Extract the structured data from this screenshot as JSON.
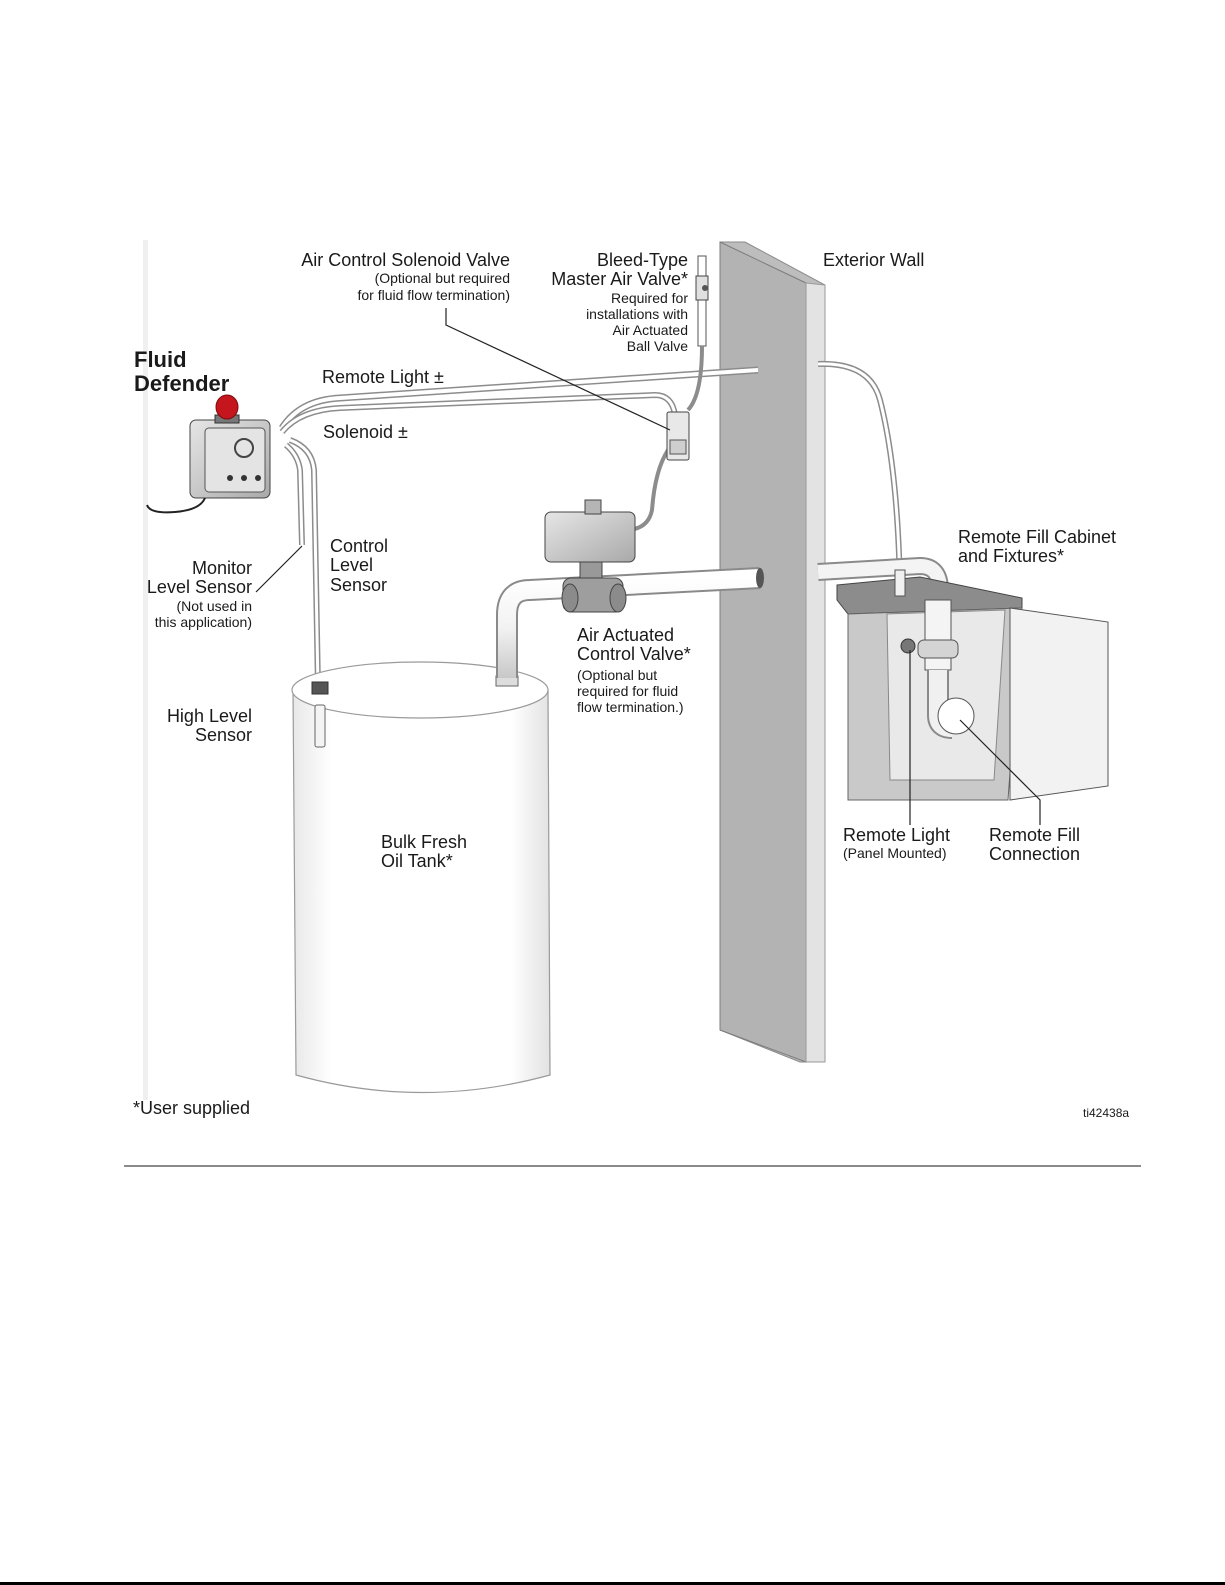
{
  "title": [
    "Fluid",
    "Defender"
  ],
  "labels": {
    "air_control_solenoid": {
      "title": "Air Control Solenoid Valve",
      "note": [
        "(Optional but required",
        "for fluid flow termination)"
      ]
    },
    "bleed_valve": {
      "title": [
        "Bleed-Type",
        "Master Air Valve*"
      ],
      "note": [
        "Required for",
        "installations with",
        "Air Actuated",
        "Ball Valve"
      ]
    },
    "exterior_wall": "Exterior Wall",
    "remote_light_wire": "Remote Light ±",
    "solenoid_wire": "Solenoid ±",
    "control_level_sensor": [
      "Control",
      "Level",
      "Sensor"
    ],
    "monitor_level_sensor": {
      "title": [
        "Monitor",
        "Level Sensor"
      ],
      "note": [
        "(Not used in",
        "this application)"
      ]
    },
    "high_level_sensor": [
      "High Level",
      "Sensor"
    ],
    "air_actuated_valve": {
      "title": [
        "Air Actuated",
        "Control Valve*"
      ],
      "note": [
        "(Optional but",
        "required for fluid",
        "flow termination.)"
      ]
    },
    "remote_fill_cabinet": [
      "Remote Fill Cabinet",
      "and Fixtures*"
    ],
    "bulk_tank": [
      "Bulk Fresh",
      "Oil Tank*"
    ],
    "remote_light": {
      "title": "Remote Light",
      "note": "(Panel Mounted)"
    },
    "remote_fill_connection": [
      "Remote Fill",
      "Connection"
    ]
  },
  "footnote": "*User supplied",
  "figure_id": "ti42438a"
}
